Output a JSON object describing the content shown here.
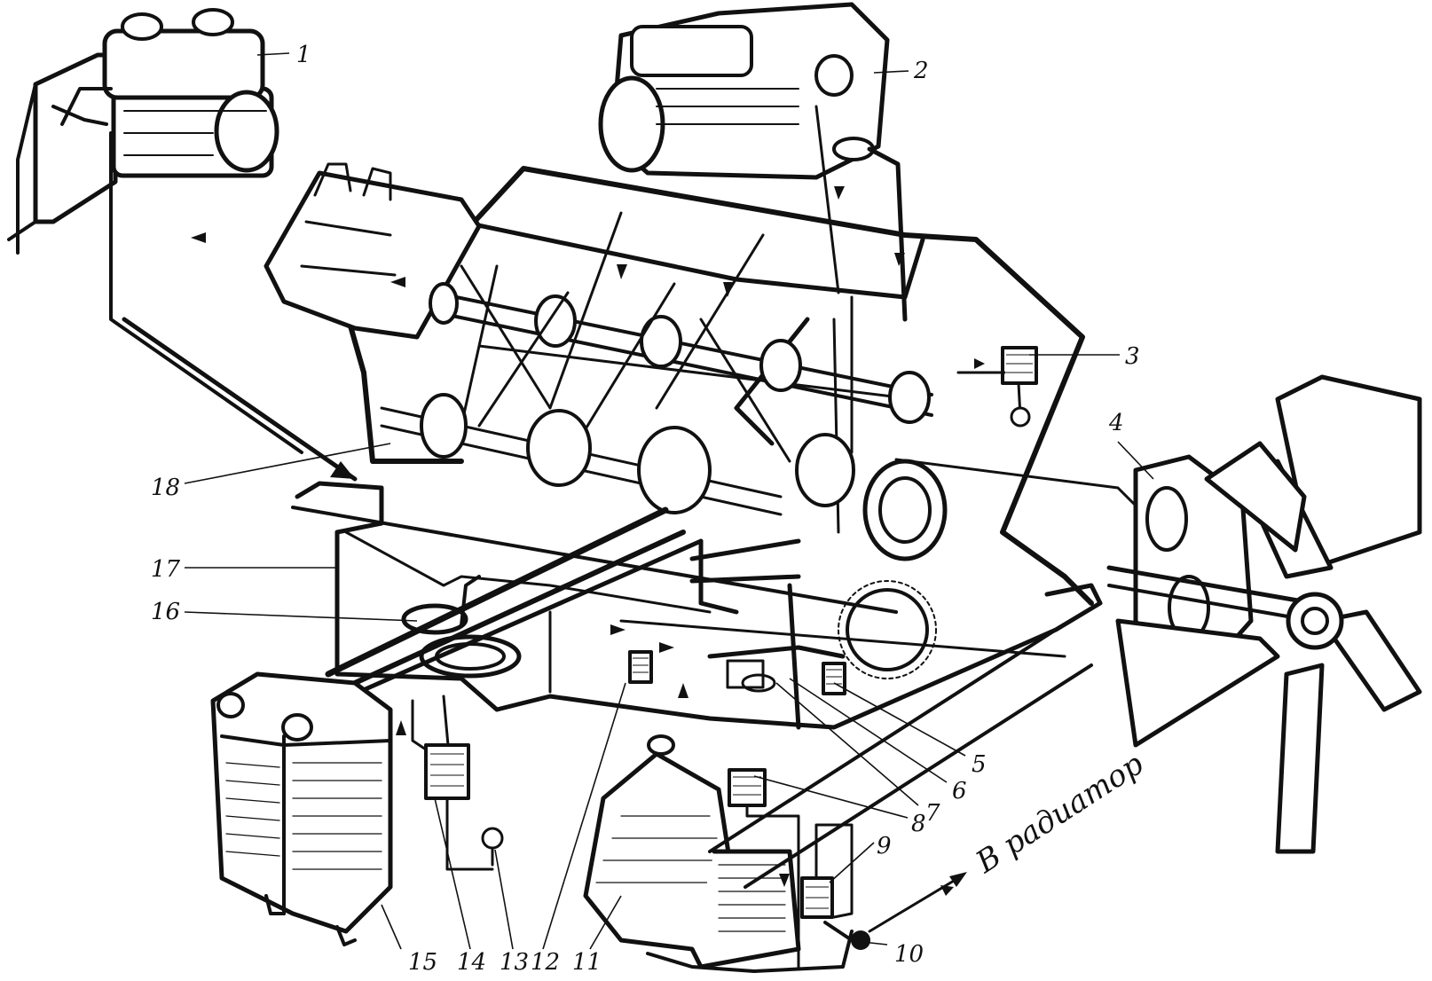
{
  "callouts": [
    {
      "id": "1",
      "label": "1"
    },
    {
      "id": "2",
      "label": "2"
    },
    {
      "id": "3",
      "label": "3"
    },
    {
      "id": "4",
      "label": "4"
    },
    {
      "id": "5",
      "label": "5"
    },
    {
      "id": "6",
      "label": "6"
    },
    {
      "id": "7",
      "label": "7"
    },
    {
      "id": "8",
      "label": "8"
    },
    {
      "id": "9",
      "label": "9"
    },
    {
      "id": "10",
      "label": "10"
    },
    {
      "id": "11",
      "label": "11"
    },
    {
      "id": "12",
      "label": "12"
    },
    {
      "id": "13",
      "label": "13"
    },
    {
      "id": "14",
      "label": "14"
    },
    {
      "id": "15",
      "label": "15"
    },
    {
      "id": "16",
      "label": "16"
    },
    {
      "id": "17",
      "label": "17"
    },
    {
      "id": "18",
      "label": "18"
    }
  ],
  "flow_label": "В радиатор",
  "colors": {
    "ink": "#111111",
    "paper": "#ffffff"
  }
}
